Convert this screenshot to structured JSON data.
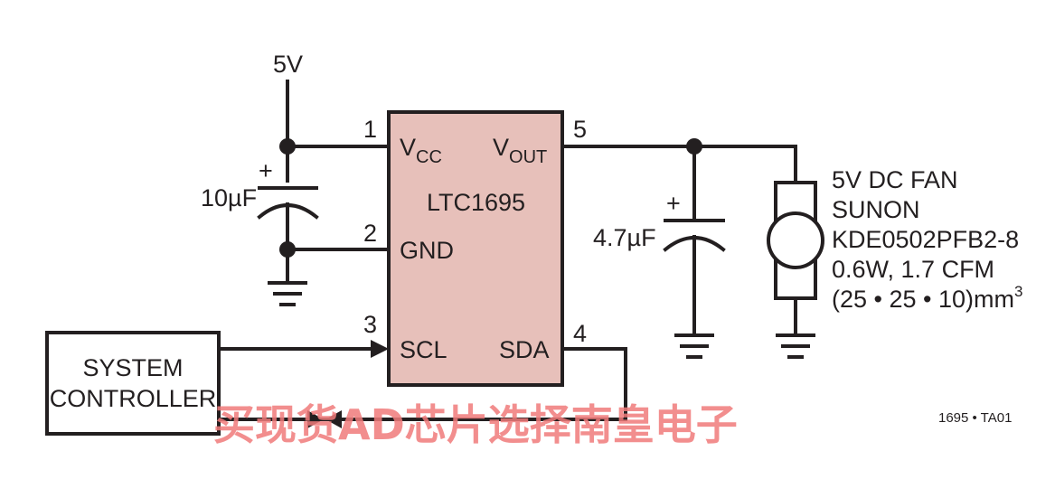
{
  "supply": {
    "label": "5V"
  },
  "chip": {
    "name": "LTC1695",
    "fill": "#e7c0ba",
    "pins": {
      "vcc": {
        "number": "1",
        "label_main": "V",
        "label_sub": "CC"
      },
      "gnd": {
        "number": "2",
        "label": "GND"
      },
      "scl": {
        "number": "3",
        "label": "SCL"
      },
      "sda": {
        "number": "4",
        "label": "SDA"
      },
      "vout": {
        "number": "5",
        "label_main": "V",
        "label_sub": "OUT"
      }
    }
  },
  "input_cap": {
    "value": "10µF",
    "polarity": "+"
  },
  "output_cap": {
    "value": "4.7µF",
    "polarity": "+"
  },
  "fan": {
    "lines": [
      "5V DC FAN",
      "SUNON",
      "KDE0502PFB2-8",
      "0.6W, 1.7 CFM"
    ],
    "size_main": "(25 • 25 • 10)mm",
    "size_sup": "3"
  },
  "controller": {
    "line1": "SYSTEM",
    "line2": "CONTROLLER"
  },
  "figure_id": "1695 • TA01",
  "watermark": "买现货AD芯片选择南皇电子",
  "colors": {
    "wire": "#231f20",
    "watermark": "#f07b7b"
  }
}
